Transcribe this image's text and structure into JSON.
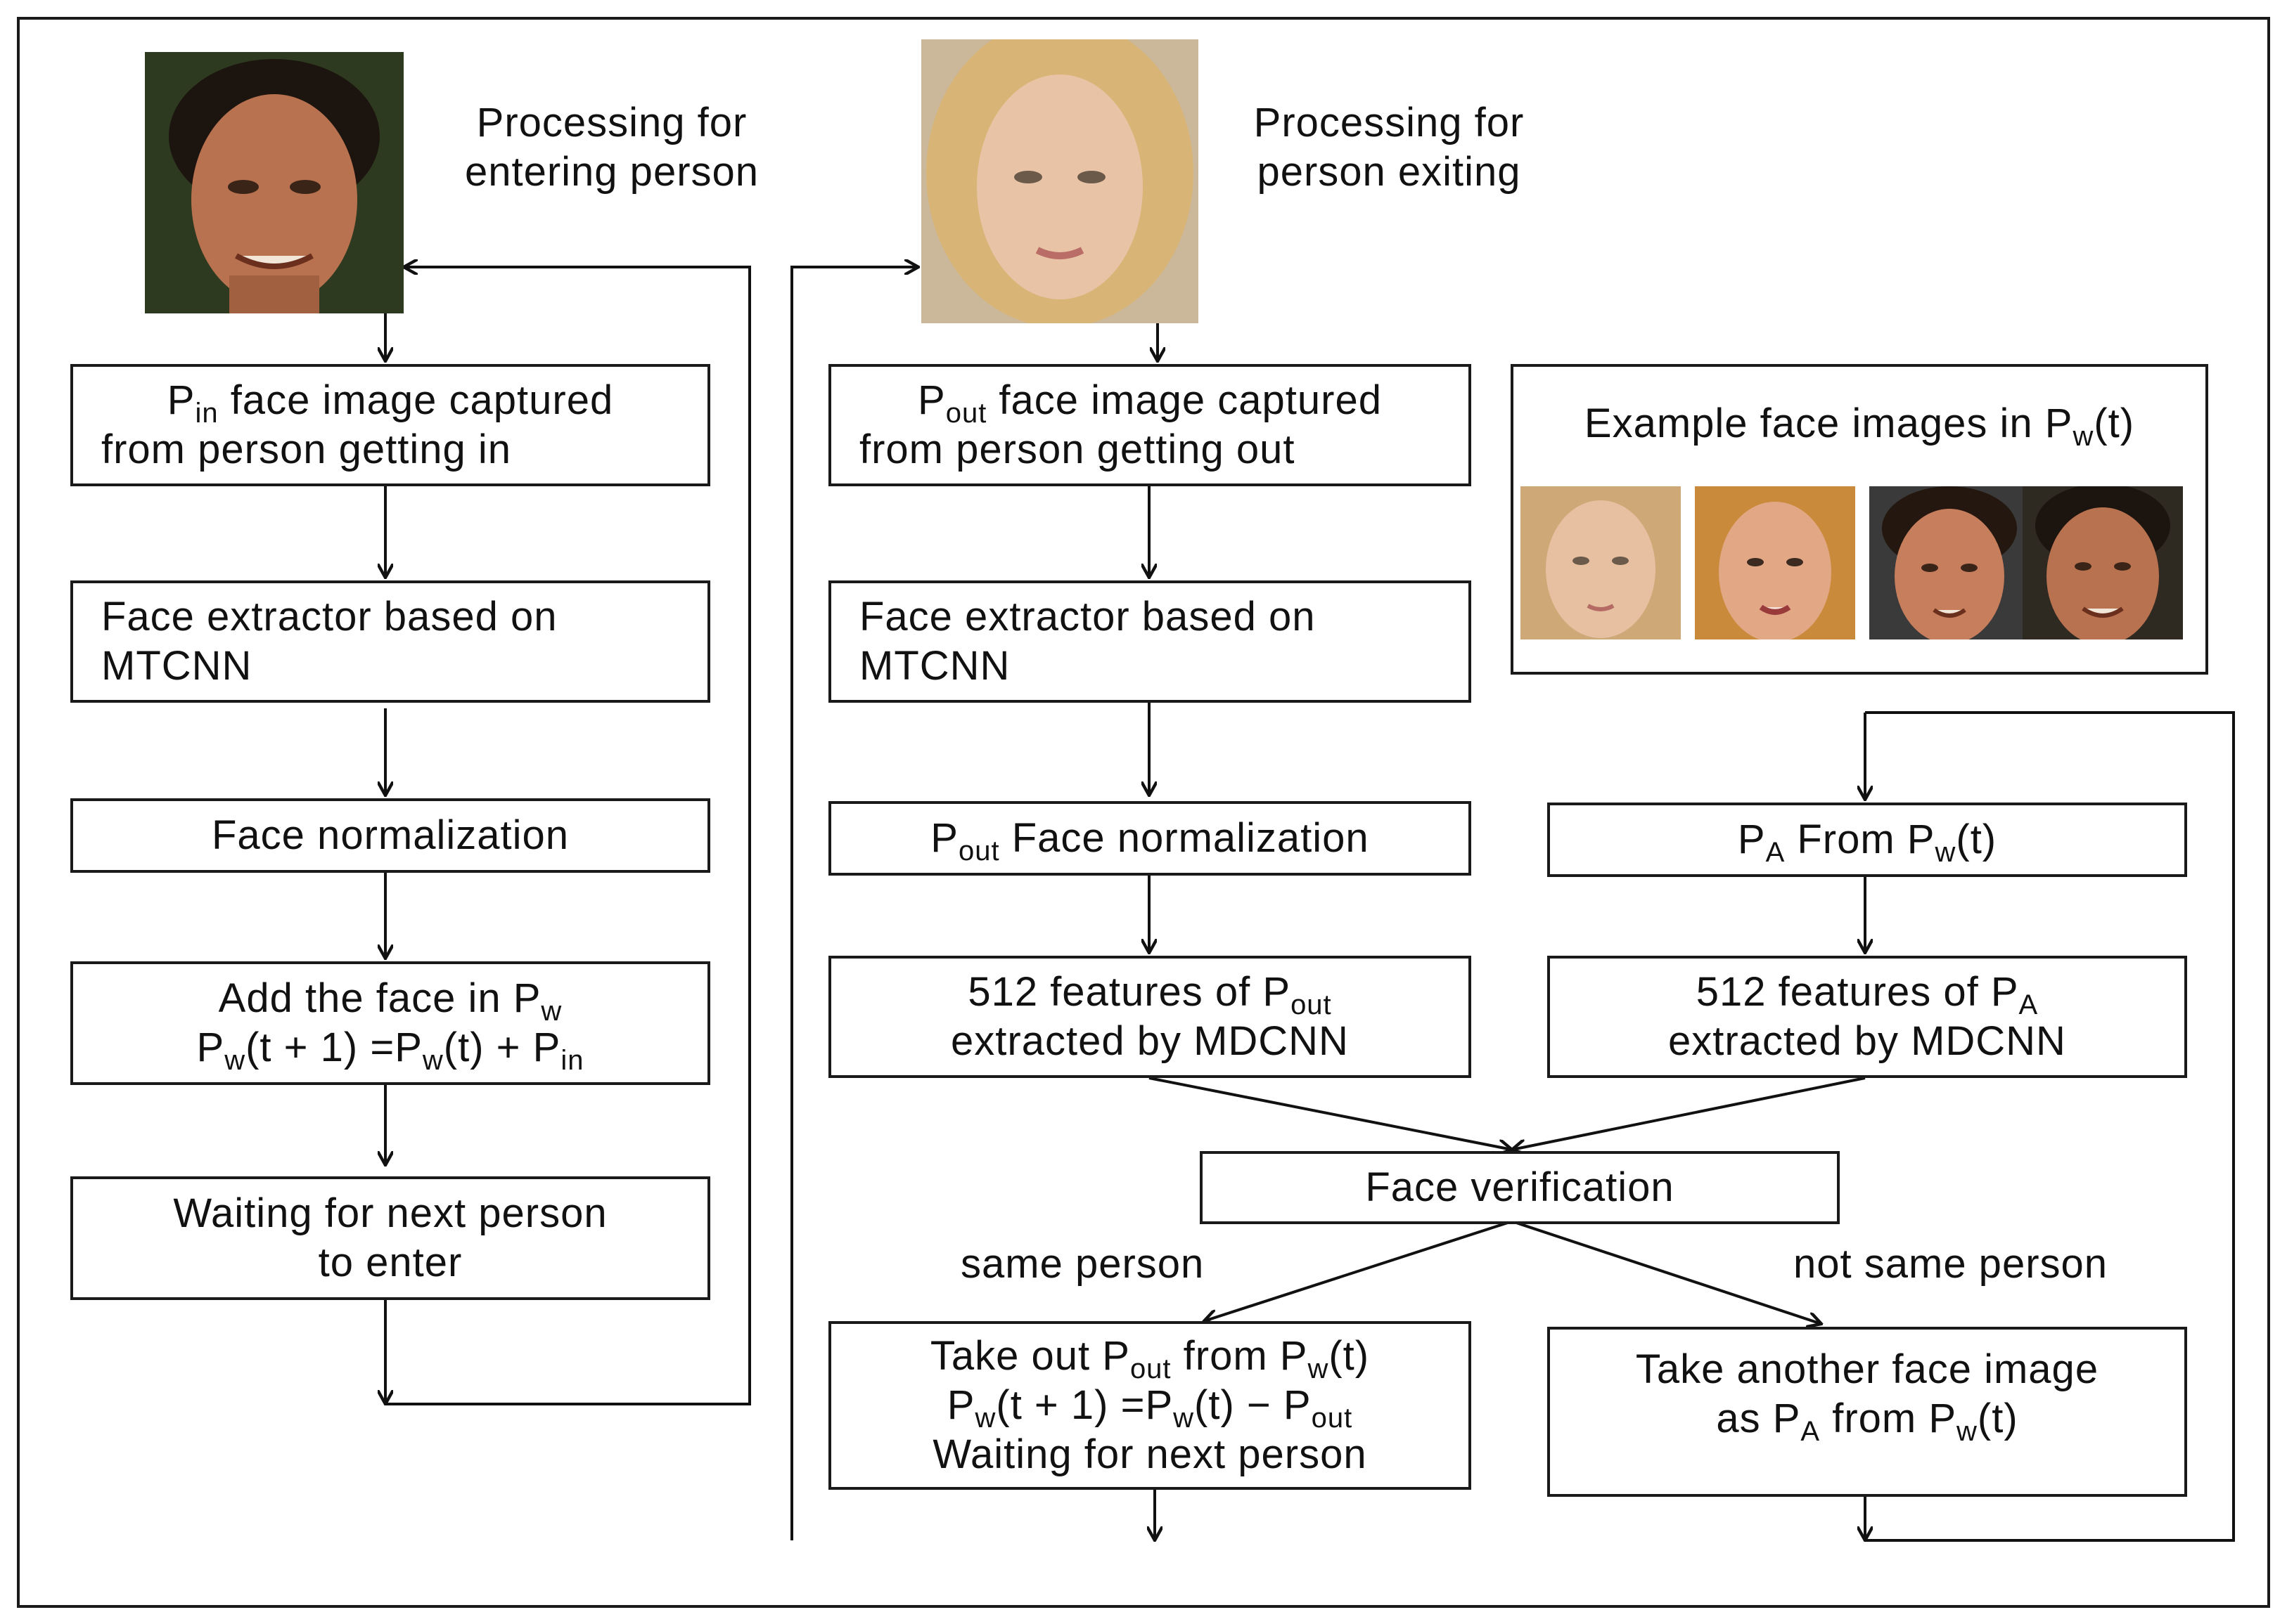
{
  "headers": {
    "entering": [
      "Processing for",
      "entering person"
    ],
    "exiting": [
      "Processing for",
      "person exiting"
    ]
  },
  "left_column": {
    "box1": {
      "a": "P",
      "a_sub": "in",
      "b": " face image captured",
      "line2": "from person getting in"
    },
    "box2": {
      "line1": "Face extractor based on",
      "line2": "MTCNN"
    },
    "box3": {
      "line1": "Face normalization"
    },
    "box4": {
      "line1": "Add the face in P",
      "line1_sub": "w",
      "eq_p": "P",
      "eq_w": "w",
      "eq_mid": "(t + 1) =P",
      "eq_w2": "w",
      "eq_mid2": "(t) + P",
      "eq_in": "in"
    },
    "box5": {
      "line1": "Waiting for next person",
      "line2": "to enter"
    }
  },
  "middle_column": {
    "box1": {
      "a": "P",
      "a_sub": "out",
      "b": " face image captured",
      "line2": "from person getting out"
    },
    "box2": {
      "line1": "Face extractor based on",
      "line2": "MTCNN"
    },
    "box3": {
      "a": "P",
      "a_sub": "out",
      "b": " Face normalization"
    },
    "box4": {
      "a": "512 features of P",
      "a_sub": "out",
      "line2": "extracted by MDCNN"
    },
    "box5": {
      "a": "Take out P",
      "a_sub": "out",
      "b": " from P",
      "b_sub": "w",
      "c": "(t)",
      "eq_p": "P",
      "eq_w": "w",
      "eq_mid": "(t + 1) =P",
      "eq_w2": "w",
      "eq_mid2": "(t) − P",
      "eq_out": "out",
      "line3": "Waiting for next person"
    }
  },
  "right_column": {
    "examples": {
      "a": "Example face images in P",
      "a_sub": "w",
      "b": "(t)"
    },
    "box1": {
      "a": "P",
      "a_sub": "A",
      "b": " From P",
      "b_sub": "w",
      "c": "(t)"
    },
    "box2": {
      "a": "512 features of P",
      "a_sub": "A",
      "line2": "extracted by MDCNN"
    },
    "box3": {
      "line1": "Take another face image",
      "a": "as P",
      "a_sub": "A",
      "b": " from P",
      "b_sub": "w",
      "c": "(t)"
    }
  },
  "verification": {
    "label": "Face verification",
    "same": "same person",
    "not_same": "not same person"
  }
}
